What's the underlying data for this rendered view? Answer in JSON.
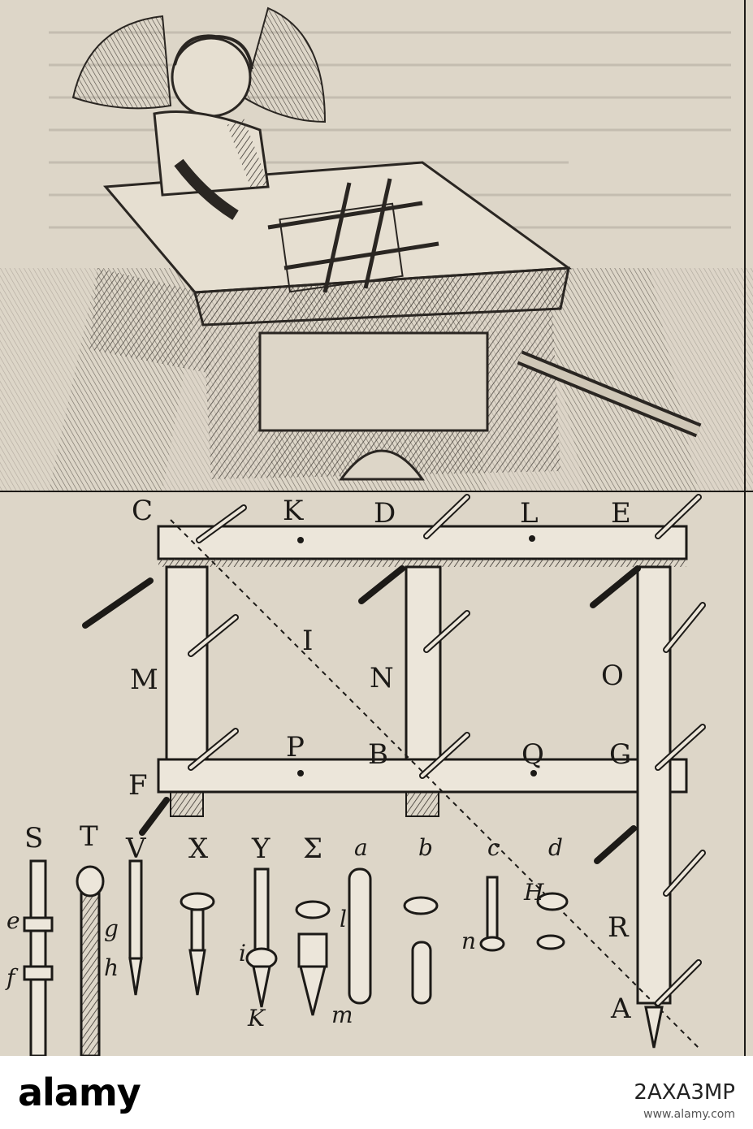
{
  "image": {
    "description": "Antique engraving of a drawing frame device with a cherub tracing an image on a slanted desk; lower panel shows a lettered wooden frame and a row of pins and tools"
  },
  "labels": {
    "frame": [
      "C",
      "K",
      "D",
      "L",
      "E",
      "I",
      "M",
      "N",
      "O",
      "P",
      "B",
      "Q",
      "G",
      "F",
      "R",
      "A",
      "H"
    ],
    "tools": [
      "S",
      "T",
      "V",
      "X",
      "Y",
      "Σ",
      "a",
      "b",
      "c",
      "d",
      "e",
      "f",
      "g",
      "h",
      "i",
      "K",
      "l",
      "m",
      "n"
    ]
  },
  "footer": {
    "logo": "alamy",
    "stock_id": "2AXA3MP",
    "url": "www.alamy.com"
  }
}
